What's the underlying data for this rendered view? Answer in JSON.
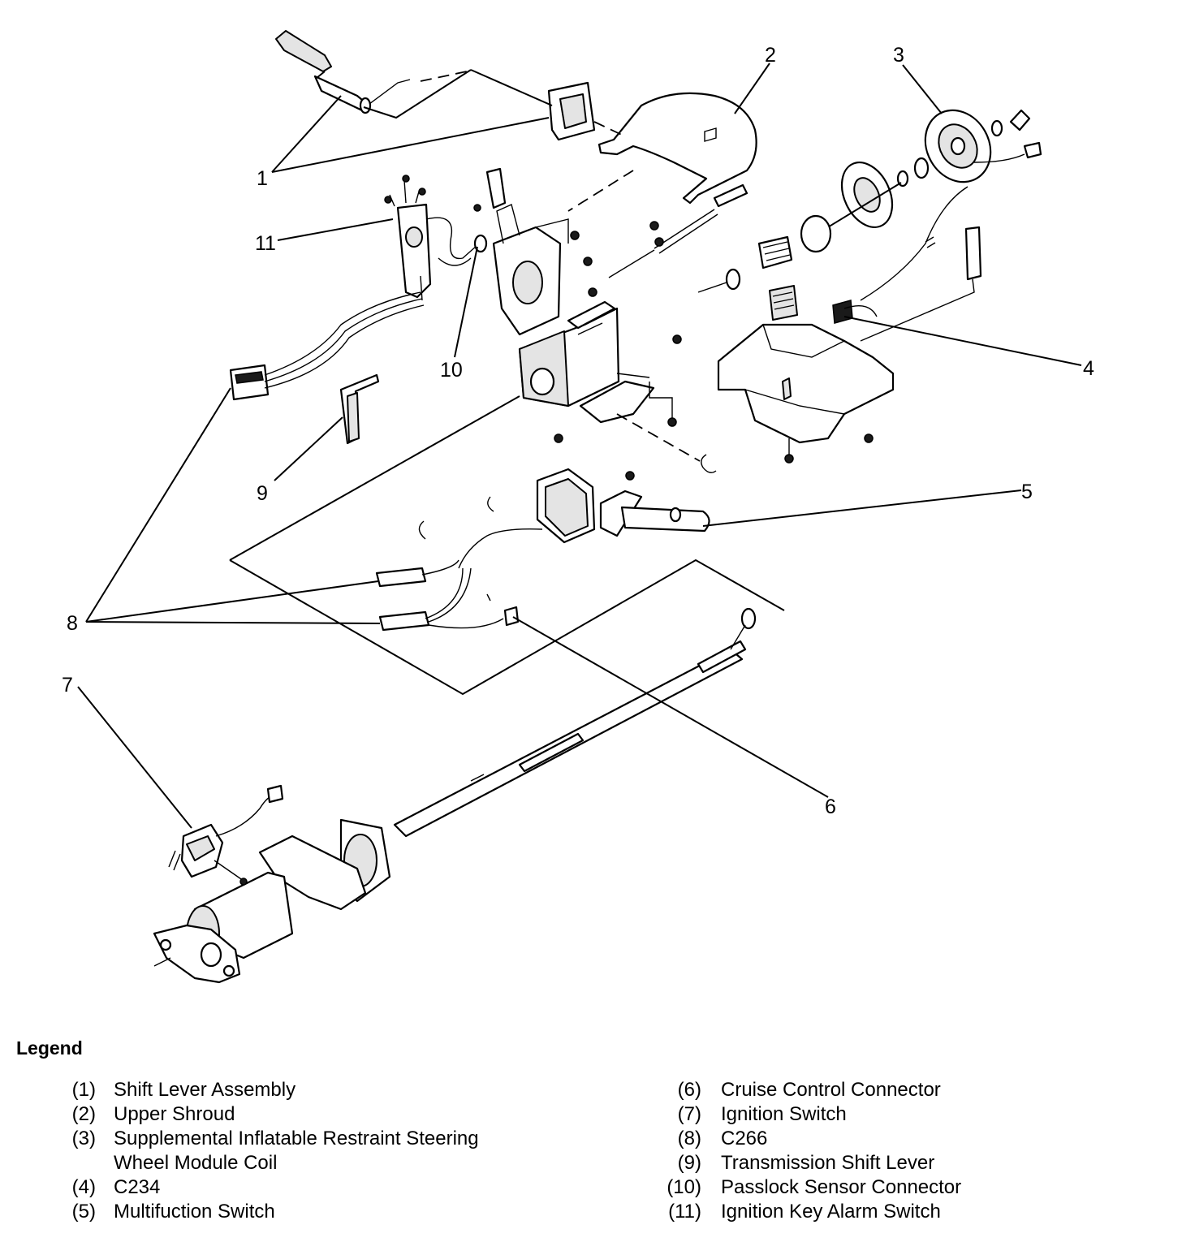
{
  "callouts": [
    "1",
    "2",
    "3",
    "4",
    "5",
    "6",
    "7",
    "8",
    "9",
    "10",
    "11"
  ],
  "legend": {
    "title": "Legend",
    "left": [
      {
        "num": "(1)",
        "text": "Shift Lever Assembly"
      },
      {
        "num": "(2)",
        "text": "Upper Shroud"
      },
      {
        "num": "(3)",
        "text": "Supplemental Inflatable Restraint Steering",
        "text2": "Wheel Module Coil"
      },
      {
        "num": "(4)",
        "text": "C234"
      },
      {
        "num": "(5)",
        "text": "Multifuction Switch"
      }
    ],
    "right": [
      {
        "num": "(6)",
        "text": "Cruise Control Connector"
      },
      {
        "num": "(7)",
        "text": "Ignition Switch"
      },
      {
        "num": "(8)",
        "text": "C266"
      },
      {
        "num": "(9)",
        "text": "Transmission Shift Lever"
      },
      {
        "num": "(10)",
        "text": "Passlock Sensor Connector"
      },
      {
        "num": "(11)",
        "text": "Ignition Key Alarm Switch"
      }
    ]
  }
}
